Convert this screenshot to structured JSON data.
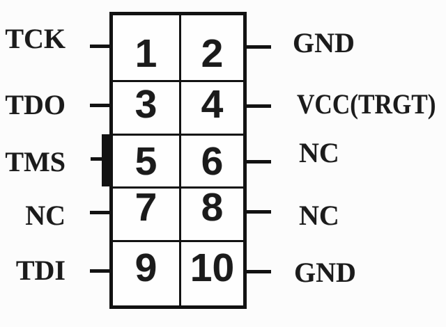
{
  "diagram": {
    "type": "connector-pinout",
    "rows": [
      {
        "left_signal": "TCK",
        "left_pin": "1",
        "right_pin": "2",
        "right_signal": "GND"
      },
      {
        "left_signal": "TDO",
        "left_pin": "3",
        "right_pin": "4",
        "right_signal": "VCC(TRGT)"
      },
      {
        "left_signal": "TMS",
        "left_pin": "5",
        "right_pin": "6",
        "right_signal": "NC"
      },
      {
        "left_signal": "NC",
        "left_pin": "7",
        "right_pin": "8",
        "right_signal": "NC"
      },
      {
        "left_signal": "TDI",
        "left_pin": "9",
        "right_pin": "10",
        "right_signal": "GND"
      }
    ],
    "key_notch_at_pin": "5"
  },
  "colors": {
    "line": "#121212",
    "text": "#1b1b1b",
    "background": "#fcfcfc"
  }
}
